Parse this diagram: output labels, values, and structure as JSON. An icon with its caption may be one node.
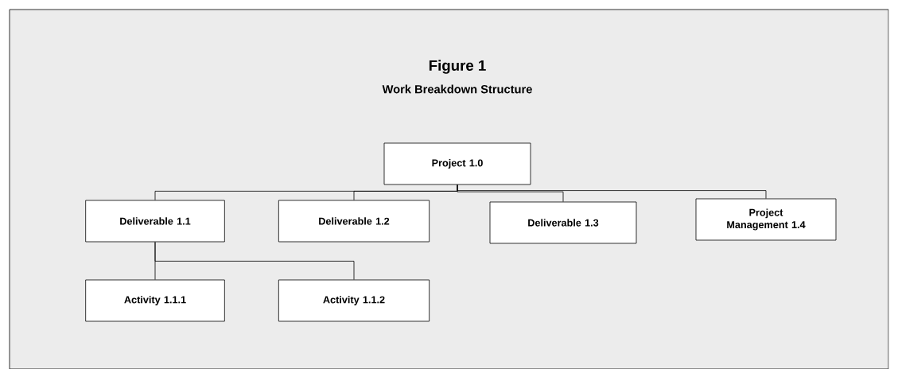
{
  "diagram": {
    "title": "Figure 1",
    "caption": "Work Breakdown Structure",
    "nodes": [
      {
        "text": [
          "Project 1.0"
        ]
      },
      {
        "text": [
          "Deliverable 1.1"
        ]
      },
      {
        "text": [
          "Deliverable 1.2"
        ]
      },
      {
        "text": [
          "Deliverable 1.3"
        ]
      },
      {
        "text": [
          "Project Management 1.4"
        ]
      },
      {
        "text": [
          "Activity 1.1.1"
        ]
      },
      {
        "text": [
          "Activity 1.1.2"
        ]
      }
    ],
    "edges": [
      {
        "from": 0,
        "to": 1,
        "arrow": "none"
      },
      {
        "from": 0,
        "to": 2,
        "arrow": "none"
      },
      {
        "from": 0,
        "to": 3,
        "arrow": "none"
      },
      {
        "from": 0,
        "to": 4,
        "arrow": "none"
      },
      {
        "from": 1,
        "to": 5,
        "arrow": "none"
      },
      {
        "from": 1,
        "to": 6,
        "arrow": "none"
      }
    ]
  }
}
